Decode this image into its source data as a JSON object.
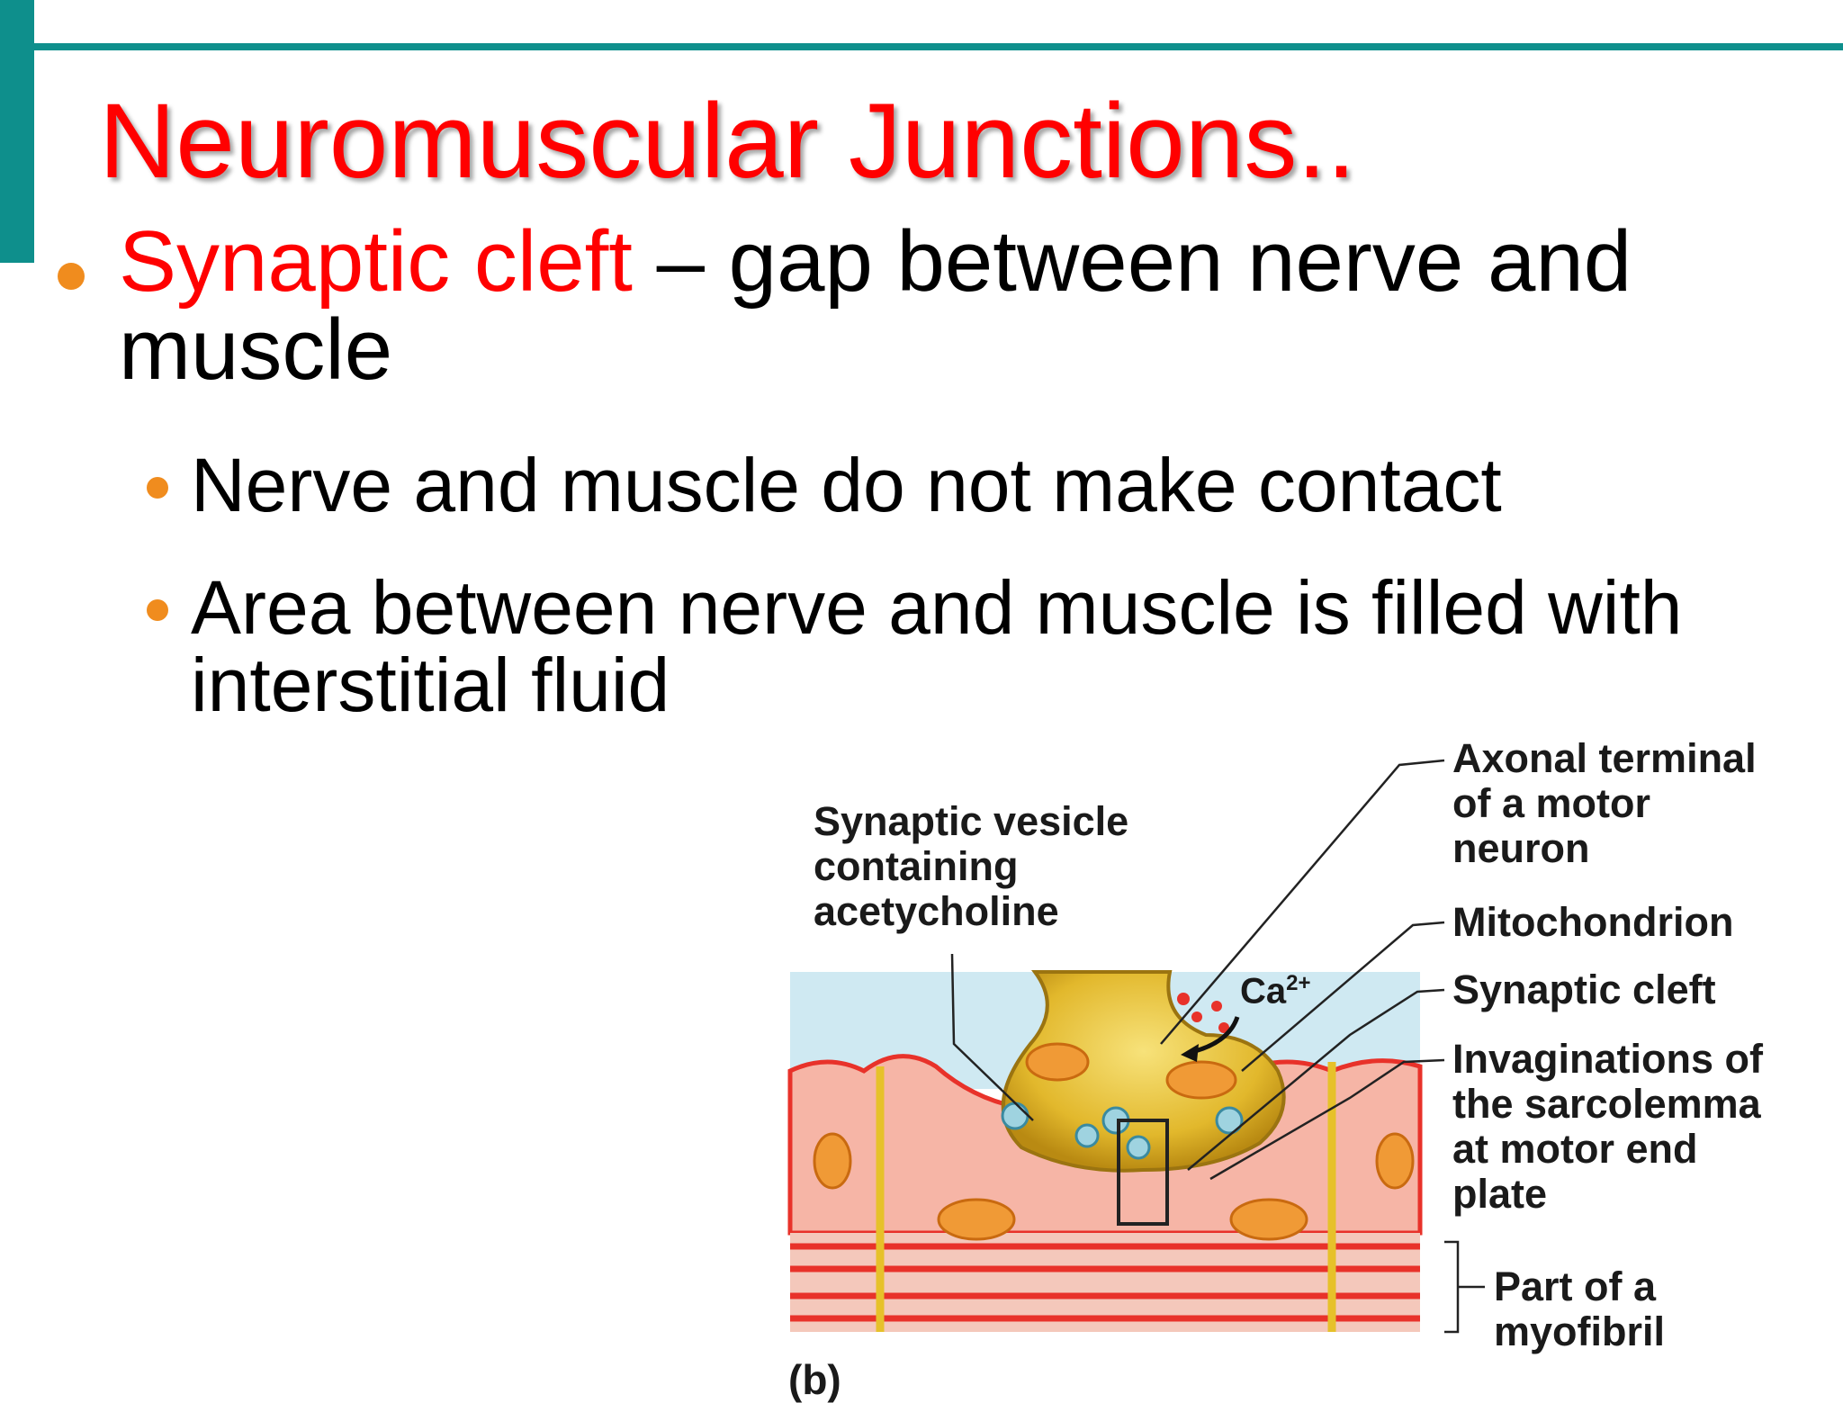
{
  "title": "Neuromuscular Junctions..",
  "bullets": {
    "b1_term": "Synaptic cleft",
    "b1_rest": " – gap between nerve and muscle",
    "b2": "Nerve and muscle do not make contact",
    "b3": "Area between nerve and muscle is filled with interstitial fluid"
  },
  "figure": {
    "vesicle_label": [
      "Synaptic vesicle",
      "containing",
      "acetycholine"
    ],
    "ca_label": "Ca",
    "ca_sup": "2+",
    "axonal_label": [
      "Axonal terminal",
      "of a motor",
      "neuron"
    ],
    "mito_label": "Mitochondrion",
    "cleft_label": "Synaptic cleft",
    "invag_label": [
      "Invaginations of",
      "the sarcolemma",
      "at motor end",
      "plate"
    ],
    "myofibril_label": [
      "Part of a",
      "myofibril"
    ],
    "panel_label": "(b)"
  },
  "colors": {
    "accent": "#0e8f8c",
    "title_red": "#ff0000",
    "bullet_orange": "#f08c1e"
  }
}
